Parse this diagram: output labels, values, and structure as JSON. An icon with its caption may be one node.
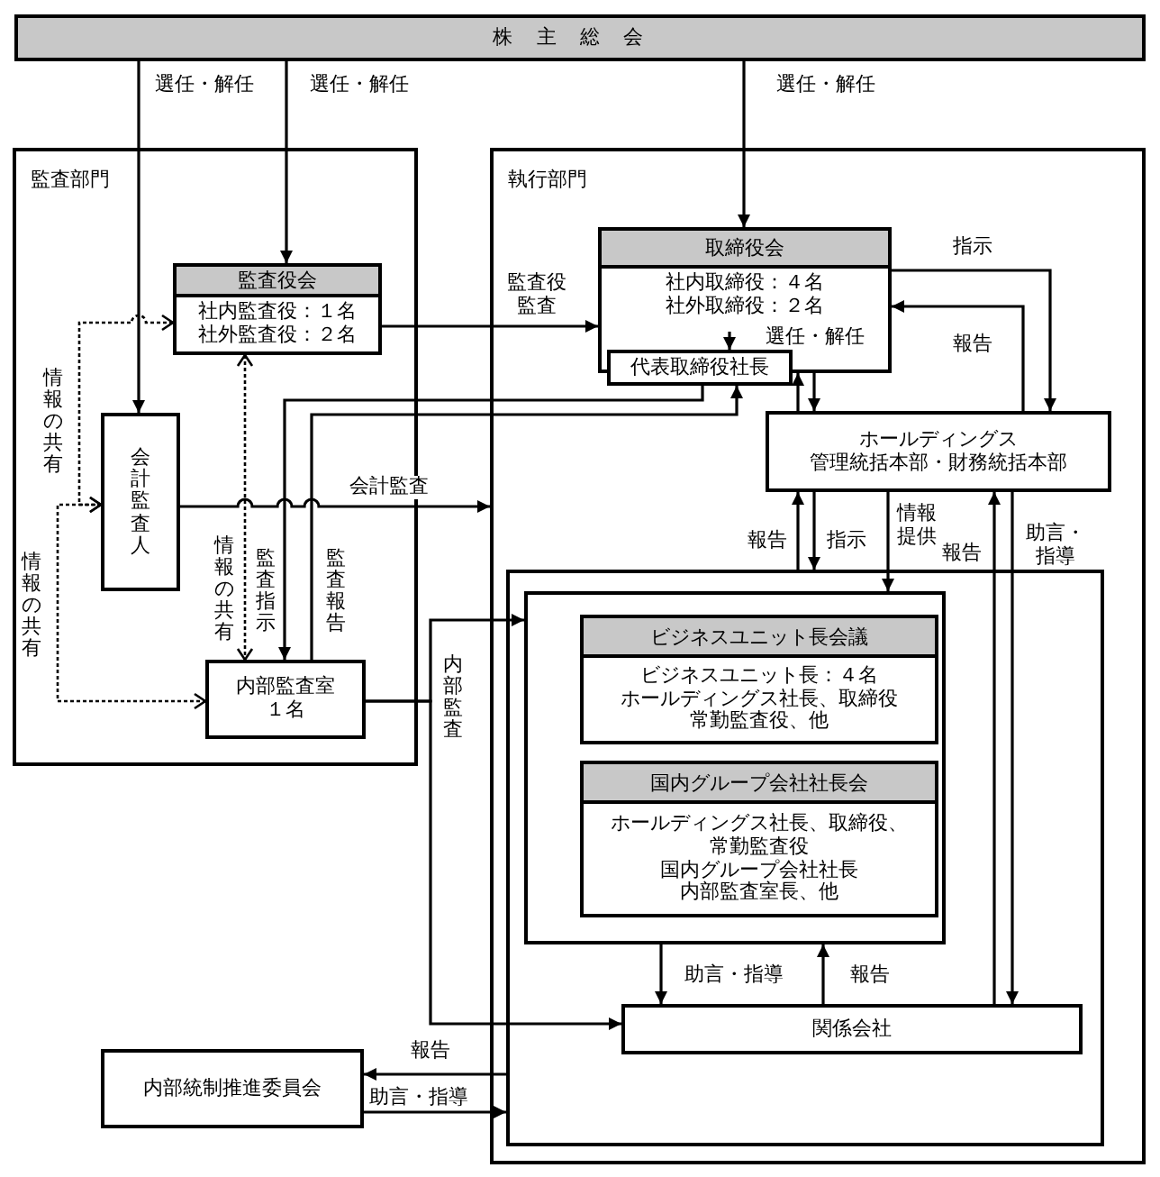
{
  "diagram": {
    "nodes": [
      {
        "text": [
          "株主総会"
        ]
      },
      {
        "text": [
          "監査部門"
        ]
      },
      {
        "text": [
          "執行部門"
        ]
      },
      {
        "text": [
          "監査役会",
          "社内監査役：１名",
          "社外監査役：２名"
        ],
        "in": 1
      },
      {
        "text": [
          "会計監査人"
        ],
        "in": 1
      },
      {
        "text": [
          "内部監査室",
          "１名"
        ],
        "in": 1
      },
      {
        "text": [
          "取締役会",
          "社内取締役：４名",
          "社外取締役：２名"
        ],
        "in": 2
      },
      {
        "text": [
          "代表取締役社長"
        ],
        "in": 2
      },
      {
        "text": [
          "ホールディングス",
          "管理統括本部・財務統括本部"
        ],
        "in": 2
      },
      {
        "text": [],
        "shape": "box",
        "in": 2
      },
      {
        "text": [],
        "shape": "box",
        "in": 9
      },
      {
        "text": [
          "ビジネスユニット長会議",
          "ビジネスユニット長：４名",
          "ホールディングス社長、取締役",
          "常勤監査役、他"
        ],
        "in": 10
      },
      {
        "text": [
          "国内グループ会社社長会",
          "ホールディングス社長、取締役、",
          "常勤監査役",
          "国内グループ会社社長",
          "内部監査室長、他"
        ],
        "in": 10
      },
      {
        "text": [
          "関係会社"
        ],
        "in": 9
      },
      {
        "text": [
          "内部統制推進委員会"
        ]
      }
    ],
    "edges": [
      {
        "from": 0,
        "to": 4,
        "arrow": "to",
        "label": "選任・解任"
      },
      {
        "from": 0,
        "to": 3,
        "arrow": "to",
        "label": "選任・解任"
      },
      {
        "from": 0,
        "to": 6,
        "arrow": "to",
        "label": "選任・解任"
      },
      {
        "from": 3,
        "to": 6,
        "arrow": "to",
        "label": "監査役監査"
      },
      {
        "from": 4,
        "to": 2,
        "arrow": "to",
        "label": "会計監査"
      },
      {
        "from": 3,
        "to": 4,
        "arrow": "both",
        "label": "情報の共有",
        "style": "dashed"
      },
      {
        "from": 4,
        "to": 5,
        "arrow": "both",
        "label": "情報の共有",
        "style": "dashed"
      },
      {
        "from": 3,
        "to": 5,
        "arrow": "both",
        "label": "情報の共有",
        "style": "dashed"
      },
      {
        "from": 7,
        "to": 5,
        "arrow": "to",
        "label": "監査指示"
      },
      {
        "from": 5,
        "to": 7,
        "arrow": "to",
        "label": "監査報告"
      },
      {
        "from": 6,
        "to": 7,
        "arrow": "to",
        "label": "選任・解任"
      },
      {
        "from": 6,
        "to": 8,
        "arrow": "to",
        "label": "指示"
      },
      {
        "from": 8,
        "to": 6,
        "arrow": "to",
        "label": "報告"
      },
      {
        "from": 6,
        "to": 8,
        "arrow": "to"
      },
      {
        "from": 8,
        "to": 6,
        "arrow": "to"
      },
      {
        "from": 9,
        "to": 8,
        "arrow": "to",
        "label": "報告"
      },
      {
        "from": 8,
        "to": 9,
        "arrow": "to",
        "label": "指示"
      },
      {
        "from": 8,
        "to": 10,
        "arrow": "to",
        "label": "情報提供"
      },
      {
        "from": 13,
        "to": 8,
        "arrow": "to",
        "label": "報告"
      },
      {
        "from": 8,
        "to": 13,
        "arrow": "to",
        "label": "助言・指導"
      },
      {
        "from": 5,
        "to": 10,
        "arrow": "to",
        "label": "内部監査"
      },
      {
        "from": 5,
        "to": 13,
        "arrow": "to"
      },
      {
        "from": 10,
        "to": 13,
        "arrow": "to",
        "label": "助言・指導"
      },
      {
        "from": 13,
        "to": 10,
        "arrow": "to",
        "label": "報告"
      },
      {
        "from": 9,
        "to": 14,
        "arrow": "to",
        "label": "報告"
      },
      {
        "from": 14,
        "to": 9,
        "arrow": "to",
        "label": "助言・指導"
      }
    ]
  }
}
